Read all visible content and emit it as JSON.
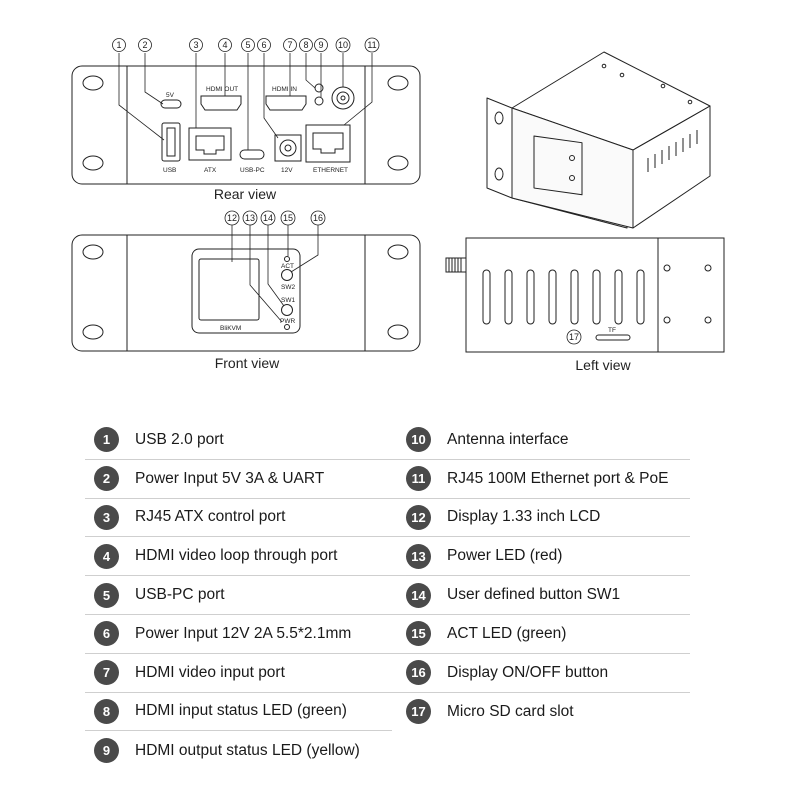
{
  "views": {
    "rear": {
      "caption": "Rear view",
      "port_labels": {
        "v5": "5V",
        "hdmi_out": "HDMI  OUT",
        "hdmi_in": "HDMI  IN",
        "usb": "USB",
        "atx": "ATX",
        "usb_pc": "USB-PC",
        "v12": "12V",
        "ethernet": "ETHERNET"
      },
      "callouts": [
        "1",
        "2",
        "3",
        "4",
        "5",
        "6",
        "7",
        "8",
        "9",
        "10",
        "11"
      ]
    },
    "front": {
      "caption": "Front view",
      "labels": {
        "act": "ACT",
        "sw2": "SW2",
        "sw1": "SW1",
        "pwr": "PWR",
        "brand": "BliKVM"
      },
      "callouts": [
        "12",
        "13",
        "14",
        "15",
        "16"
      ]
    },
    "left": {
      "caption": "Left view",
      "labels": {
        "tf": "TF"
      },
      "callouts": [
        "17"
      ]
    }
  },
  "legend": {
    "left": [
      {
        "num": "1",
        "text": "USB 2.0 port"
      },
      {
        "num": "2",
        "text": "Power Input 5V 3A & UART"
      },
      {
        "num": "3",
        "text": "RJ45 ATX control port"
      },
      {
        "num": "4",
        "text": "HDMI video loop through port"
      },
      {
        "num": "5",
        "text": "USB-PC port"
      },
      {
        "num": "6",
        "text": "Power Input 12V 2A 5.5*2.1mm"
      },
      {
        "num": "7",
        "text": "HDMI video input port"
      },
      {
        "num": "8",
        "text": "HDMI input status LED (green)"
      },
      {
        "num": "9",
        "text": "HDMI output status LED (yellow)"
      }
    ],
    "right": [
      {
        "num": "10",
        "text": "Antenna interface"
      },
      {
        "num": "11",
        "text": "RJ45 100M Ethernet port & PoE"
      },
      {
        "num": "12",
        "text": "Display 1.33 inch LCD"
      },
      {
        "num": "13",
        "text": "Power LED (red)"
      },
      {
        "num": "14",
        "text": "User defined button SW1"
      },
      {
        "num": "15",
        "text": "ACT LED (green)"
      },
      {
        "num": "16",
        "text": "Display ON/OFF button"
      },
      {
        "num": "17",
        "text": "Micro SD card slot"
      }
    ]
  }
}
